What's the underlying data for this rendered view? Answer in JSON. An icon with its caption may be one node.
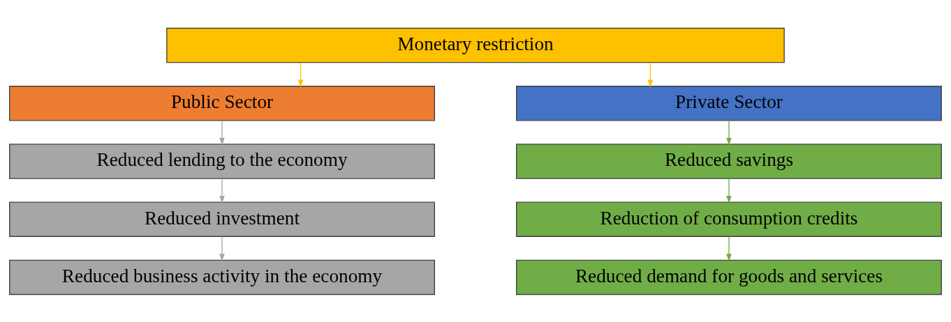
{
  "diagram": {
    "nodes": [
      {
        "text": [
          "Monetary restriction"
        ]
      },
      {
        "text": [
          "Public Sector"
        ]
      },
      {
        "text": [
          "Private Sector"
        ]
      },
      {
        "text": [
          "Reduced lending to the economy"
        ]
      },
      {
        "text": [
          "Reduced savings"
        ]
      },
      {
        "text": [
          "Reduced investment"
        ]
      },
      {
        "text": [
          "Reduction of consumption credits"
        ]
      },
      {
        "text": [
          "Reduced business activity in the economy"
        ]
      },
      {
        "text": [
          "Reduced demand for goods and services"
        ]
      }
    ],
    "edges": [
      {
        "from": 0,
        "to": 1,
        "arrow": "to",
        "color": "#ffc000"
      },
      {
        "from": 0,
        "to": 2,
        "arrow": "to",
        "color": "#ffc000"
      },
      {
        "from": 1,
        "to": 3,
        "arrow": "to",
        "color": "#a6a6a6"
      },
      {
        "from": 3,
        "to": 5,
        "arrow": "to",
        "color": "#a6a6a6"
      },
      {
        "from": 5,
        "to": 7,
        "arrow": "to",
        "color": "#a6a6a6"
      },
      {
        "from": 2,
        "to": 4,
        "arrow": "to",
        "color": "#70ad47"
      },
      {
        "from": 4,
        "to": 6,
        "arrow": "to",
        "color": "#70ad47"
      },
      {
        "from": 6,
        "to": 8,
        "arrow": "to",
        "color": "#70ad47"
      }
    ]
  }
}
